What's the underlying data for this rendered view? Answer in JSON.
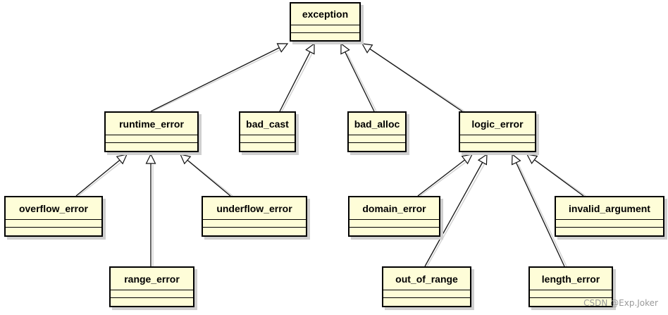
{
  "classes": {
    "exception": "exception",
    "runtime_error": "runtime_error",
    "bad_cast": "bad_cast",
    "bad_alloc": "bad_alloc",
    "logic_error": "logic_error",
    "overflow_error": "overflow_error",
    "underflow_error": "underflow_error",
    "range_error": "range_error",
    "domain_error": "domain_error",
    "invalid_argument": "invalid_argument",
    "out_of_range": "out_of_range",
    "length_error": "length_error"
  },
  "inheritance": [
    {
      "child": "runtime_error",
      "parent": "exception"
    },
    {
      "child": "bad_cast",
      "parent": "exception"
    },
    {
      "child": "bad_alloc",
      "parent": "exception"
    },
    {
      "child": "logic_error",
      "parent": "exception"
    },
    {
      "child": "overflow_error",
      "parent": "runtime_error"
    },
    {
      "child": "range_error",
      "parent": "runtime_error"
    },
    {
      "child": "underflow_error",
      "parent": "runtime_error"
    },
    {
      "child": "domain_error",
      "parent": "logic_error"
    },
    {
      "child": "out_of_range",
      "parent": "logic_error"
    },
    {
      "child": "length_error",
      "parent": "logic_error"
    },
    {
      "child": "invalid_argument",
      "parent": "logic_error"
    }
  ],
  "watermark": "CSDN @Exp.Joker"
}
